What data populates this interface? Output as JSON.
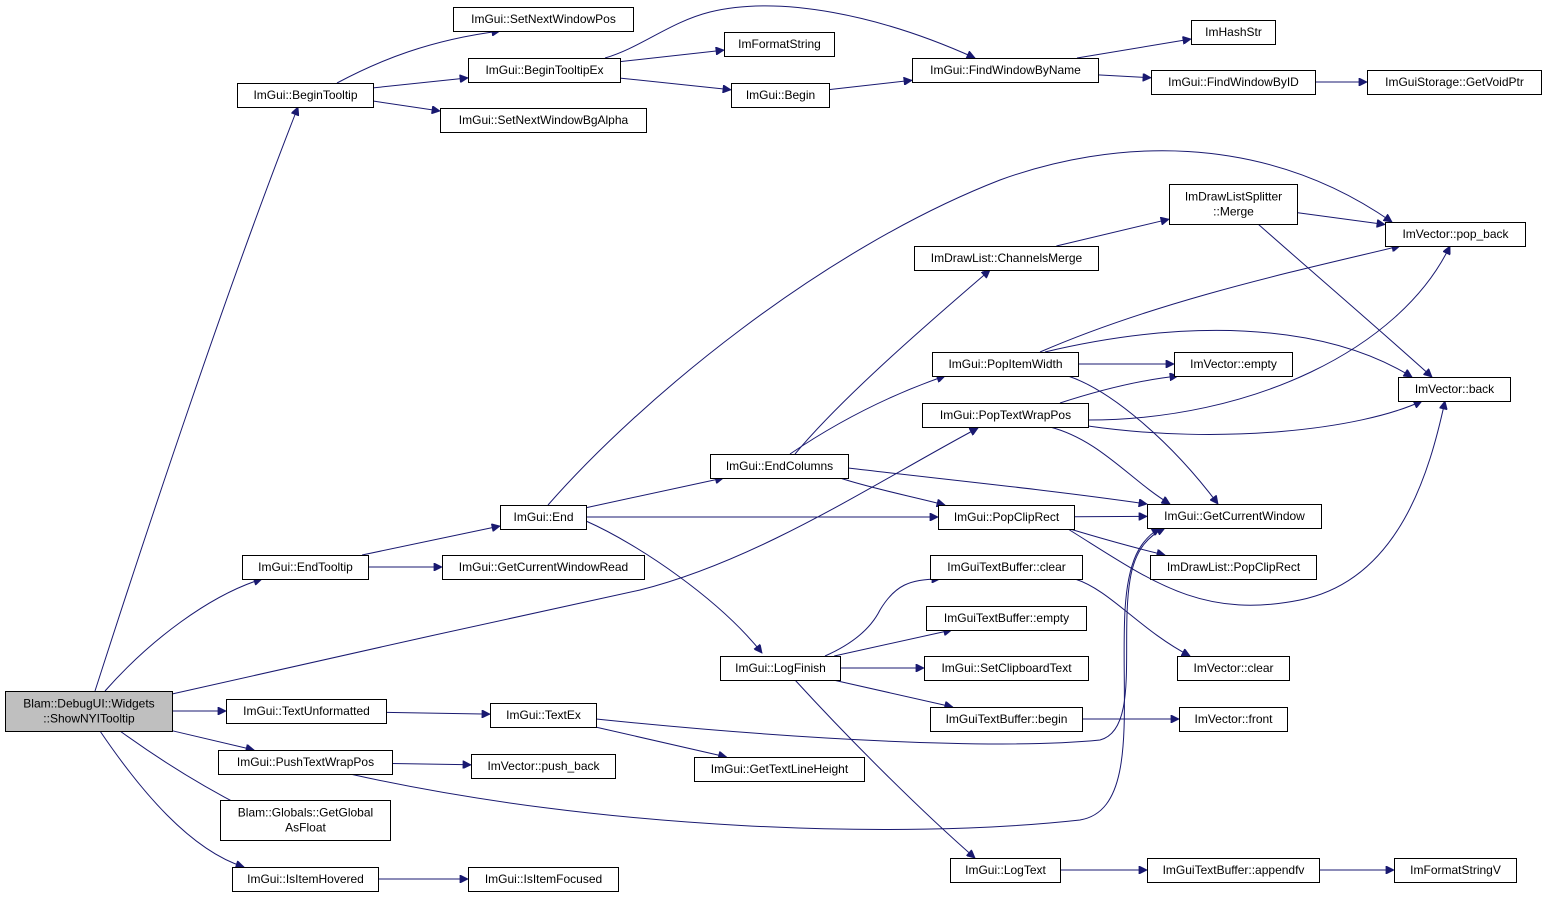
{
  "diagram": {
    "nodes": {
      "root": [
        "Blam::DebugUI::Widgets",
        "::ShowNYITooltip"
      ],
      "begin_tooltip": [
        "ImGui::BeginTooltip"
      ],
      "end_tooltip": [
        "ImGui::EndTooltip"
      ],
      "text_unformatted": [
        "ImGui::TextUnformatted"
      ],
      "push_text_wrap_pos": [
        "ImGui::PushTextWrapPos"
      ],
      "get_global_as_float": [
        "Blam::Globals::GetGlobal",
        "AsFloat"
      ],
      "is_item_hovered": [
        "ImGui::IsItemHovered"
      ],
      "set_next_window_pos": [
        "ImGui::SetNextWindowPos"
      ],
      "begin_tooltip_ex": [
        "ImGui::BeginTooltipEx"
      ],
      "set_next_window_bg_alpha": [
        "ImGui::SetNextWindowBgAlpha"
      ],
      "end": [
        "ImGui::End"
      ],
      "get_current_window_read": [
        "ImGui::GetCurrentWindowRead"
      ],
      "text_ex": [
        "ImGui::TextEx"
      ],
      "imvector_push_back": [
        "ImVector::push_back"
      ],
      "is_item_focused": [
        "ImGui::IsItemFocused"
      ],
      "im_format_string": [
        "ImFormatString"
      ],
      "imgui_begin": [
        "ImGui::Begin"
      ],
      "end_columns": [
        "ImGui::EndColumns"
      ],
      "log_finish": [
        "ImGui::LogFinish"
      ],
      "get_text_line_height": [
        "ImGui::GetTextLineHeight"
      ],
      "find_window_by_name": [
        "ImGui::FindWindowByName"
      ],
      "channels_merge": [
        "ImDrawList::ChannelsMerge"
      ],
      "pop_item_width": [
        "ImGui::PopItemWidth"
      ],
      "pop_text_wrap_pos": [
        "ImGui::PopTextWrapPos"
      ],
      "pop_clip_rect": [
        "ImGui::PopClipRect"
      ],
      "textbuffer_clear": [
        "ImGuiTextBuffer::clear"
      ],
      "textbuffer_empty": [
        "ImGuiTextBuffer::empty"
      ],
      "set_clipboard_text": [
        "ImGui::SetClipboardText"
      ],
      "textbuffer_begin": [
        "ImGuiTextBuffer::begin"
      ],
      "log_text": [
        "ImGui::LogText"
      ],
      "im_hash_str": [
        "ImHashStr"
      ],
      "find_window_by_id": [
        "ImGui::FindWindowByID"
      ],
      "splitter_merge": [
        "ImDrawListSplitter",
        "::Merge"
      ],
      "imvector_empty": [
        "ImVector::empty"
      ],
      "get_current_window": [
        "ImGui::GetCurrentWindow"
      ],
      "drawlist_pop_clip_rect": [
        "ImDrawList::PopClipRect"
      ],
      "imvector_clear": [
        "ImVector::clear"
      ],
      "imvector_front": [
        "ImVector::front"
      ],
      "textbuffer_appendfv": [
        "ImGuiTextBuffer::appendfv"
      ],
      "get_void_ptr": [
        "ImGuiStorage::GetVoidPtr"
      ],
      "imvector_pop_back": [
        "ImVector::pop_back"
      ],
      "imvector_back": [
        "ImVector::back"
      ],
      "im_format_string_v": [
        "ImFormatStringV"
      ]
    },
    "edges": [
      [
        "root",
        "begin_tooltip"
      ],
      [
        "root",
        "end_tooltip"
      ],
      [
        "root",
        "pop_text_wrap_pos"
      ],
      [
        "root",
        "text_unformatted"
      ],
      [
        "root",
        "push_text_wrap_pos"
      ],
      [
        "root",
        "get_global_as_float"
      ],
      [
        "root",
        "is_item_hovered"
      ],
      [
        "begin_tooltip",
        "set_next_window_pos"
      ],
      [
        "begin_tooltip",
        "begin_tooltip_ex"
      ],
      [
        "begin_tooltip",
        "set_next_window_bg_alpha"
      ],
      [
        "begin_tooltip_ex",
        "im_format_string"
      ],
      [
        "begin_tooltip_ex",
        "imgui_begin"
      ],
      [
        "begin_tooltip_ex",
        "find_window_by_name"
      ],
      [
        "imgui_begin",
        "find_window_by_name"
      ],
      [
        "find_window_by_name",
        "im_hash_str"
      ],
      [
        "find_window_by_name",
        "find_window_by_id"
      ],
      [
        "find_window_by_id",
        "get_void_ptr"
      ],
      [
        "end_tooltip",
        "end"
      ],
      [
        "end_tooltip",
        "get_current_window_read"
      ],
      [
        "end",
        "imvector_pop_back"
      ],
      [
        "end",
        "end_columns"
      ],
      [
        "end",
        "pop_clip_rect"
      ],
      [
        "end",
        "log_finish"
      ],
      [
        "end_columns",
        "channels_merge"
      ],
      [
        "end_columns",
        "pop_item_width"
      ],
      [
        "end_columns",
        "pop_clip_rect"
      ],
      [
        "end_columns",
        "get_current_window"
      ],
      [
        "channels_merge",
        "splitter_merge"
      ],
      [
        "splitter_merge",
        "imvector_pop_back"
      ],
      [
        "splitter_merge",
        "imvector_back"
      ],
      [
        "pop_item_width",
        "imvector_pop_back"
      ],
      [
        "pop_item_width",
        "imvector_back"
      ],
      [
        "pop_item_width",
        "imvector_empty"
      ],
      [
        "pop_item_width",
        "get_current_window"
      ],
      [
        "pop_text_wrap_pos",
        "imvector_empty"
      ],
      [
        "pop_text_wrap_pos",
        "imvector_pop_back"
      ],
      [
        "pop_text_wrap_pos",
        "imvector_back"
      ],
      [
        "pop_text_wrap_pos",
        "get_current_window"
      ],
      [
        "pop_clip_rect",
        "get_current_window"
      ],
      [
        "pop_clip_rect",
        "drawlist_pop_clip_rect"
      ],
      [
        "pop_clip_rect",
        "imvector_back"
      ],
      [
        "log_finish",
        "textbuffer_clear"
      ],
      [
        "log_finish",
        "textbuffer_empty"
      ],
      [
        "log_finish",
        "set_clipboard_text"
      ],
      [
        "log_finish",
        "textbuffer_begin"
      ],
      [
        "log_finish",
        "log_text"
      ],
      [
        "textbuffer_clear",
        "imvector_clear"
      ],
      [
        "textbuffer_begin",
        "imvector_front"
      ],
      [
        "log_text",
        "textbuffer_appendfv"
      ],
      [
        "textbuffer_appendfv",
        "im_format_string_v"
      ],
      [
        "text_unformatted",
        "text_ex"
      ],
      [
        "text_ex",
        "get_text_line_height"
      ],
      [
        "text_ex",
        "get_current_window"
      ],
      [
        "push_text_wrap_pos",
        "imvector_push_back"
      ],
      [
        "push_text_wrap_pos",
        "get_current_window"
      ],
      [
        "is_item_hovered",
        "is_item_focused"
      ]
    ]
  }
}
